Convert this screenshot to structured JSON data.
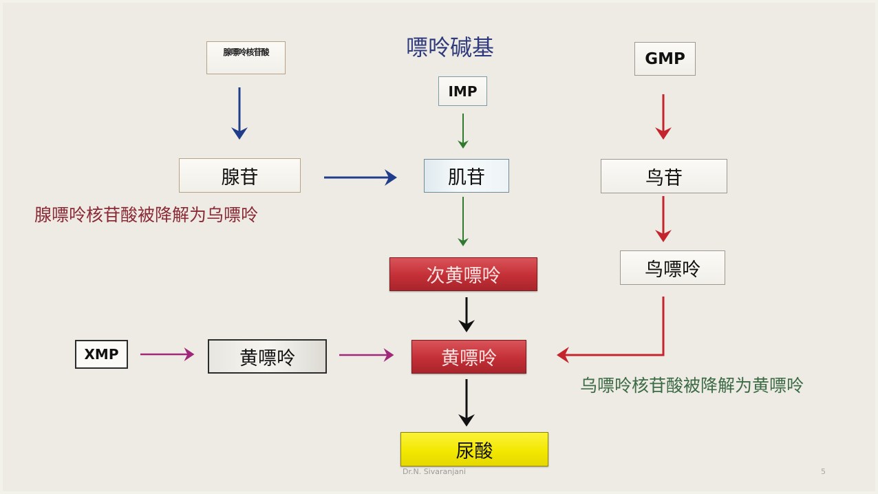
{
  "title": "嘌呤碱基",
  "nodes": {
    "amp": "腺嘌呤核苷酸",
    "imp": "IMP",
    "gmp": "GMP",
    "adenosine": "腺苷",
    "inosine": "肌苷",
    "guanosine": "鸟苷",
    "hypoxanthine": "次黄嘌呤",
    "guanine": "鸟嘌呤",
    "xmp": "XMP",
    "xanthine_left": "黄嘌呤",
    "xanthine_center": "黄嘌呤",
    "uric_acid": "尿酸"
  },
  "notes": {
    "adenine_note": "腺嘌呤核苷酸被降解为乌嘌呤",
    "guanine_note": "乌嘌呤核苷酸被降解为黄嘌呤"
  },
  "footer": {
    "author": "Dr.N. Sivaranjani",
    "page": "5"
  },
  "colors": {
    "background": "#eeebe4",
    "title": "#2e3a7c",
    "arrow_blue": "#1f3d8a",
    "arrow_green": "#2f7a2f",
    "arrow_red": "#c4242c",
    "arrow_black": "#111111",
    "arrow_purple": "#a0287a",
    "box_red": "#c42f36",
    "box_yellow": "#f3e800"
  }
}
